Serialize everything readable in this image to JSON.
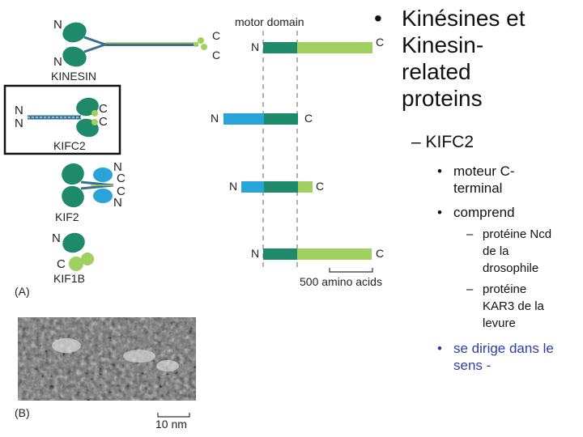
{
  "molecules": {
    "kinesin": "KINESIN",
    "kifc2": "KIFC2",
    "kif2": "KIF2",
    "kif1b": "KIF1B"
  },
  "terminal_labels": {
    "n": "N",
    "c": "C"
  },
  "domain_labels": {
    "motor_domain": "motor domain",
    "scale_aa": "500 amino acids",
    "panel_a": "(A)",
    "panel_b": "(B)",
    "scale_nm": "10 nm"
  },
  "colors": {
    "motor_green": "#1e8a6a",
    "tail_green": "#9fd060",
    "motor_blue": "#2aa3d8",
    "highlight_box": "#111111"
  },
  "bullets": {
    "title_line1": "Kinésines et",
    "title_line2": "Kinesin-",
    "title_line3": "related",
    "title_line4": "proteins",
    "sub1": "KIFC2",
    "sub1_point1_line1": "moteur C-",
    "sub1_point1_line2": "terminal",
    "sub1_point2": "comprend",
    "sub2_item1_line1": "protéine Ncd",
    "sub2_item1_line2": "de la",
    "sub2_item1_line3": "drosophile",
    "sub2_item2_line1": "protéine",
    "sub2_item2_line2": "KAR3 de la",
    "sub2_item2_line3": "levure",
    "direction_line1": "se dirige dans le",
    "direction_line2": "sens -"
  }
}
